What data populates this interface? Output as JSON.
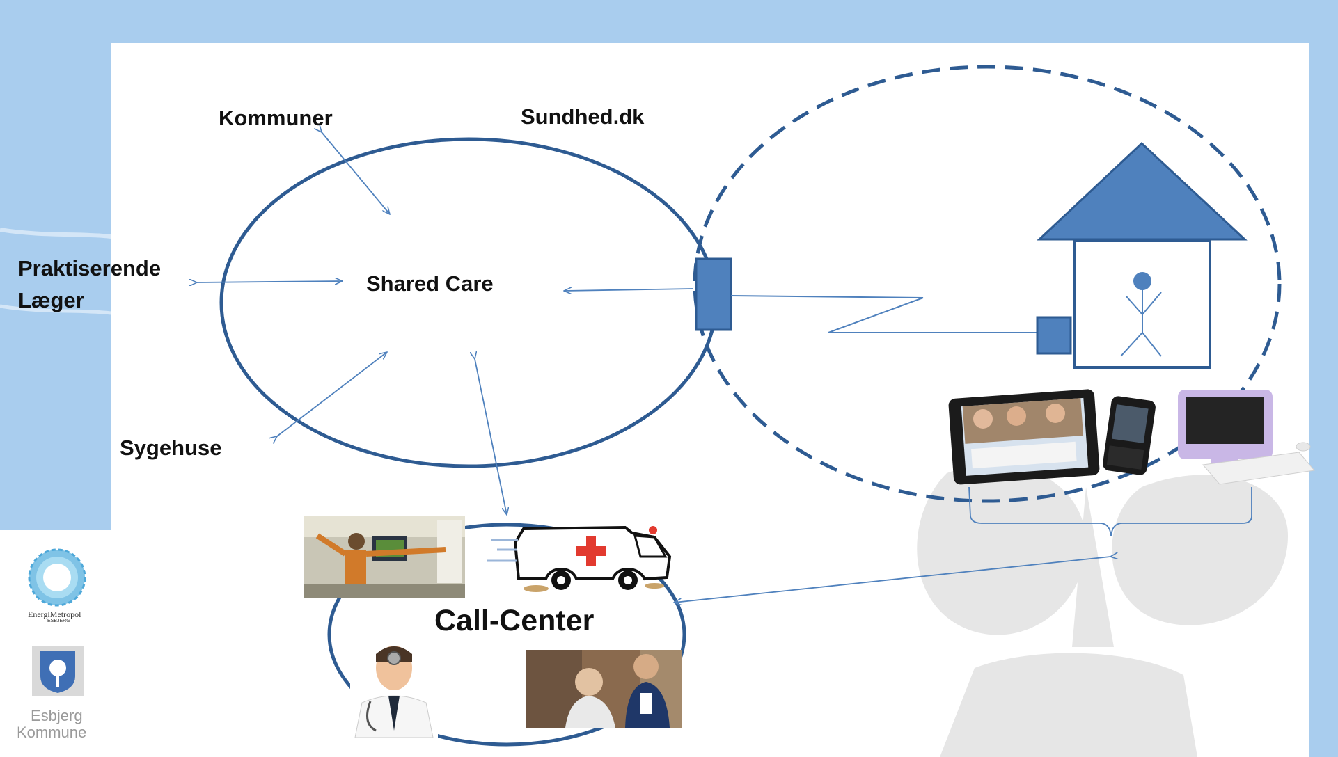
{
  "labels": {
    "kommuner": "Kommuner",
    "sundhed": "Sundhed.dk",
    "praktiserende_line1": "Praktiserende",
    "praktiserende_line2": "Læger",
    "shared_care": "Shared Care",
    "sygehuse": "Sygehuse",
    "call_center": "Call-Center"
  },
  "logos": {
    "energi_metropol_line1": "EnergiMetropol",
    "energi_metropol_line2": "ESBJERG",
    "esbjerg_line1": "Esbjerg",
    "esbjerg_line2": "Kommune"
  },
  "colors": {
    "band": "#a9cdee",
    "accent": "#4f81bd",
    "line": "#2e5b92",
    "watermark": "#e3e3e3"
  }
}
